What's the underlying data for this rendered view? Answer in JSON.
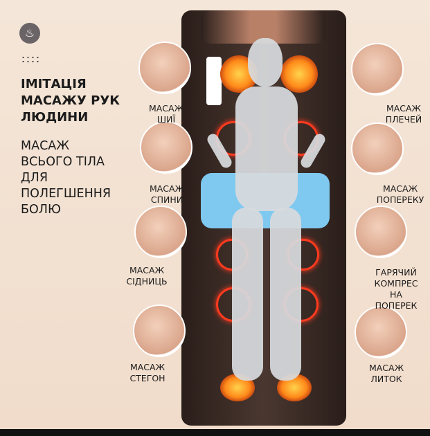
{
  "heading": "ІМІТАЦІЯ\nМАСАЖУ РУК\nЛЮДИНИ",
  "subheading": "МАСАЖ\nВСЬОГО ТІЛА\nДЛЯ\nПОЛЕГШЕННЯ\nБОЛЮ",
  "labels_left": [
    "МАСАЖ\nШИЇ",
    "МАСАЖ\nСПИНИ",
    "МАСАЖ\nСІДНИЦЬ",
    "МАСАЖ\nСТЕГОН"
  ],
  "labels_right": [
    "МАСАЖ\nПЛЕЧЕЙ",
    "МАСАЖ\nПОПЕРЕКУ",
    "ГАРЯЧИЙ\nКОМПРЕС\nНА ПОПЕРЕК",
    "МАСАЖ\nЛИТОК"
  ],
  "icon": "massage-icon"
}
